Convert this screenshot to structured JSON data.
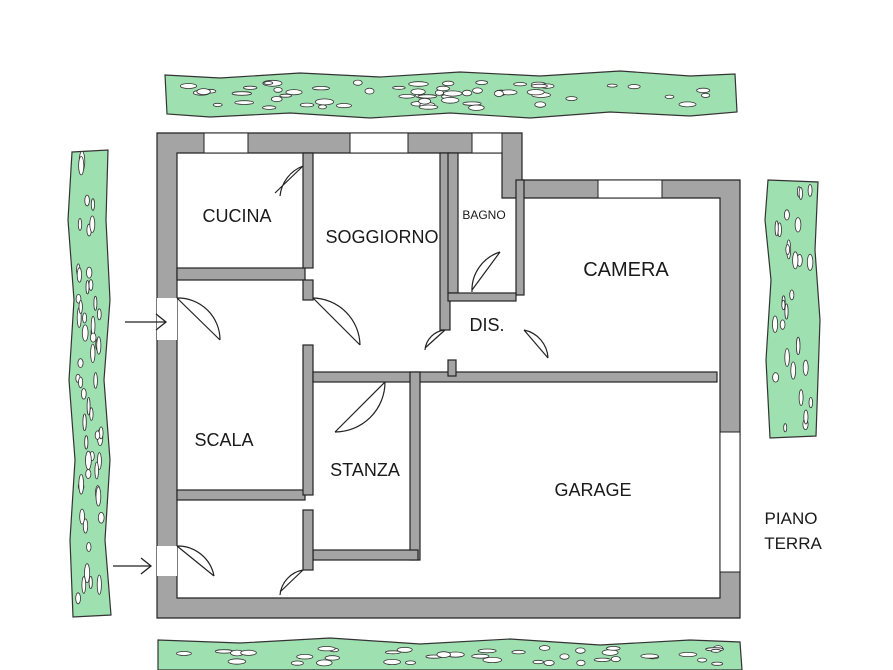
{
  "colors": {
    "wall": "#a4a4a4",
    "wall_outline": "#222222",
    "floor": "#ffffff",
    "hedge": "#9fe0b0",
    "hedge_outline": "#333333"
  },
  "rooms": {
    "cucina": "CUCINA",
    "soggiorno": "SOGGIORNO",
    "bagno": "BAGNO",
    "camera": "CAMERA",
    "dis": "DIS.",
    "scala": "SCALA",
    "stanza": "STANZA",
    "garage": "GARAGE"
  },
  "floor_label": {
    "line1": "PIANO",
    "line2": "TERRA"
  },
  "icons": {
    "entrance_top": "arrow-right-icon",
    "entrance_bottom": "arrow-right-icon"
  }
}
